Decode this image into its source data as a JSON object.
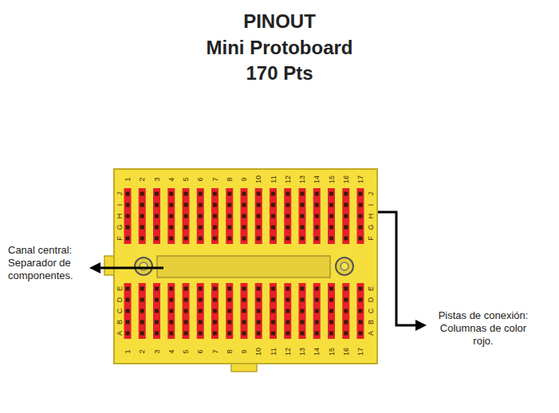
{
  "diagram": {
    "title": "PINOUT",
    "labels": [
      "Mini Protoboard",
      "170 Pts",
      "Canal central: Separador de componentes.",
      "Pistas de conexión: Columnas de color rojo.",
      "1",
      "2",
      "3",
      "4",
      "5",
      "6",
      "7",
      "8",
      "9",
      "10",
      "11",
      "12",
      "13",
      "14",
      "15",
      "16",
      "17",
      "J",
      "I",
      "H",
      "G",
      "F",
      "J",
      "I",
      "H",
      "G",
      "F",
      "E",
      "D",
      "C",
      "B",
      "A",
      "E",
      "D",
      "C",
      "B",
      "A",
      "1",
      "2",
      "3",
      "4",
      "5",
      "6",
      "7",
      "8",
      "9",
      "10",
      "11",
      "12",
      "13",
      "14",
      "15",
      "16",
      "17"
    ]
  }
}
